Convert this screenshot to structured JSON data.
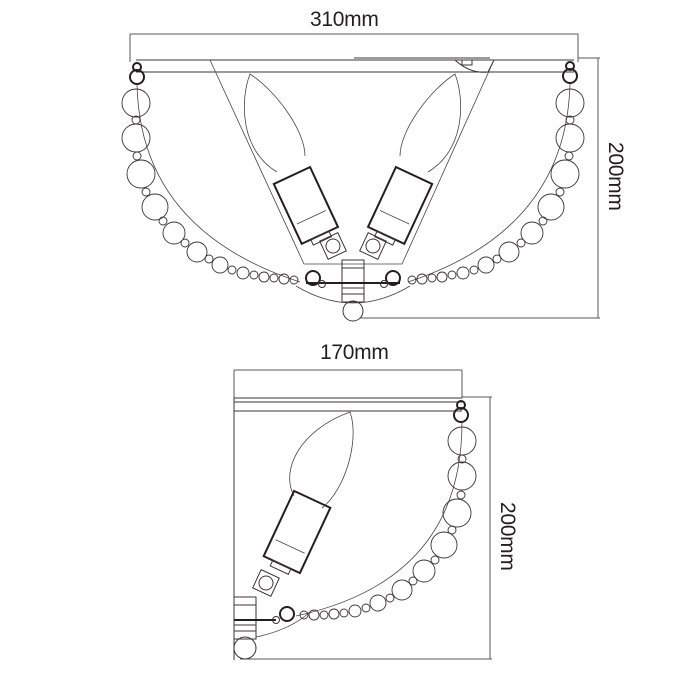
{
  "drawing": {
    "subject": "ceiling lamp dimension drawing",
    "line_color": "#3a3536",
    "text_color": "#231f20",
    "front_view": {
      "width_label": "310mm",
      "height_label": "200mm",
      "bulbs": 2
    },
    "side_view": {
      "width_label": "170mm",
      "height_label": "200mm",
      "bulbs": 1
    }
  }
}
